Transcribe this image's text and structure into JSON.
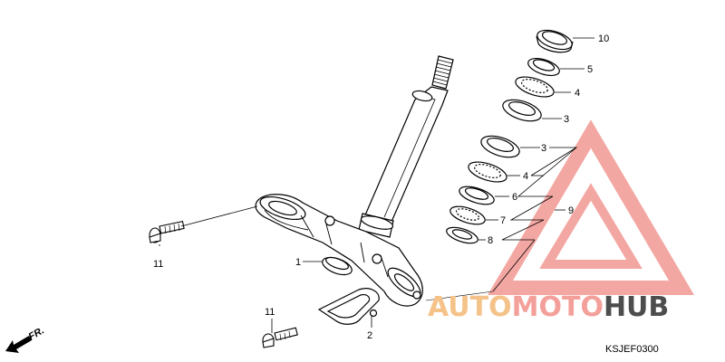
{
  "diagram": {
    "callouts": [
      "10",
      "5",
      "4",
      "3",
      "3",
      "4",
      "6",
      "7",
      "8",
      "9",
      "1",
      "2",
      "11",
      "11"
    ],
    "direction_label": "FR.",
    "code": "KSJEF0300"
  },
  "watermark": {
    "part1": "AUTO",
    "part2": "MOTO",
    "part3": "HUB",
    "colors": {
      "auto": "#f5c38a",
      "moto": "#f4a09a",
      "hub": "#4d4d4d",
      "triangle": "#f08a84"
    }
  }
}
